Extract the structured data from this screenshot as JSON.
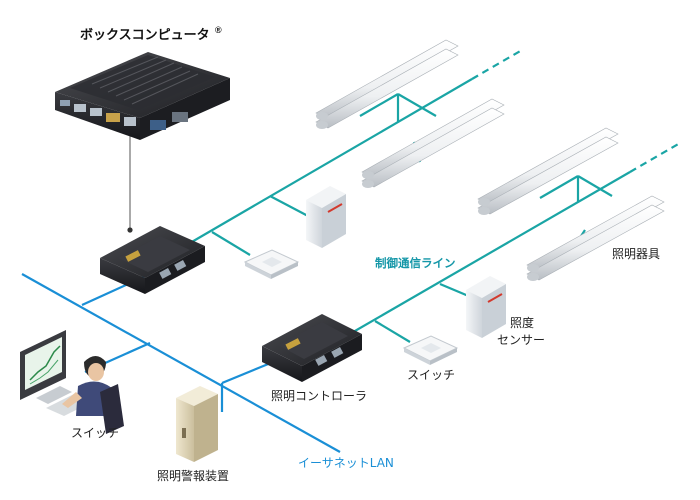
{
  "labels": {
    "box_computer": "ボックスコンピュータ",
    "registered_mark": "®",
    "control_line": "制御通信ライン",
    "lighting_fixture": "照明器具",
    "illuminance_sensor_line1": "照度",
    "illuminance_sensor_line2": "センサー",
    "switch_right": "スイッチ",
    "lighting_controller": "照明コントローラ",
    "switch_left": "スイッチ",
    "lighting_alarm": "照明警報装置",
    "ethernet_lan": "イーサネットLAN"
  },
  "colors": {
    "lan_line": "#1a8fd6",
    "control_line": "#1aa5a5",
    "device_dark": "#2a2a2e",
    "sensor_red": "#d23a2e",
    "panel_beige": "#e6dcc0"
  }
}
